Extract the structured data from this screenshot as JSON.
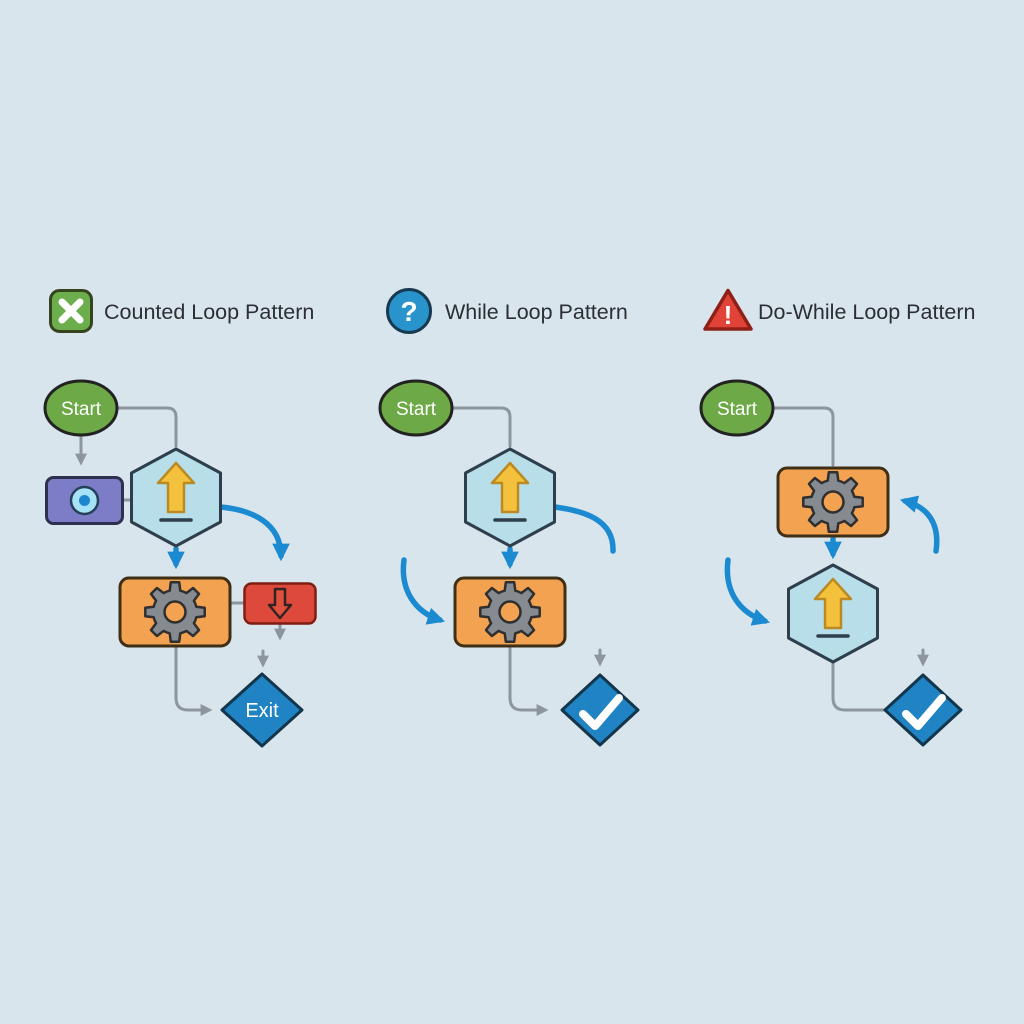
{
  "background_color": "#d9e5ec",
  "patterns": [
    {
      "header": {
        "icon": "x-square-icon",
        "icon_color": "#6cae4c",
        "label": "Counted Loop Pattern"
      },
      "start_label": "Start",
      "exit_label": "Exit",
      "node_icons": [
        "target-dot-icon",
        "increment-arrow-icon",
        "gear-icon",
        "decrement-arrow-icon"
      ]
    },
    {
      "header": {
        "icon": "question-circle-icon",
        "icon_color": "#2994cc",
        "label": "While Loop Pattern",
        "glyph": "?"
      },
      "start_label": "Start",
      "node_icons": [
        "increment-arrow-icon",
        "gear-icon",
        "check-icon"
      ]
    },
    {
      "header": {
        "icon": "warning-triangle-icon",
        "icon_color": "#e14338",
        "label": "Do-While Loop Pattern",
        "glyph": "!"
      },
      "start_label": "Start",
      "node_icons": [
        "gear-icon",
        "increment-arrow-icon",
        "check-icon"
      ]
    }
  ],
  "colors": {
    "background": "#d9e5ec",
    "start_green": "#6da946",
    "hexagon_blue": "#b8dfe9",
    "process_orange": "#f2a250",
    "init_purple": "#7d7cc6",
    "decrement_red": "#dd4a3c",
    "diamond_blue": "#1f83c4",
    "flow_blue": "#1b8ad1",
    "flow_gray": "#8d969c",
    "icon_yellow": "#f3c13c",
    "gear_gray": "#858b90",
    "header_text": "#2b2f33"
  }
}
